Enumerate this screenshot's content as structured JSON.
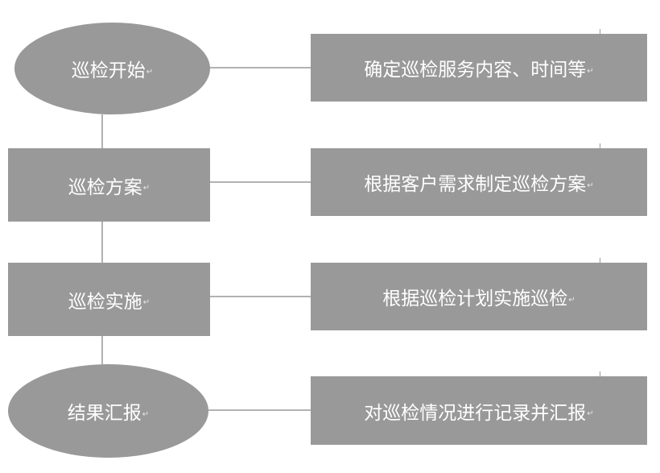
{
  "diagram": {
    "para_mark": "↵",
    "steps": [
      {
        "label": "巡检开始",
        "shape": "ellipse",
        "description": "确定巡检服务内容、时间等"
      },
      {
        "label": "巡检方案",
        "shape": "rect",
        "description": "根据客户需求制定巡检方案"
      },
      {
        "label": "巡检实施",
        "shape": "rect",
        "description": "根据巡检计划实施巡检"
      },
      {
        "label": "结果汇报",
        "shape": "ellipse",
        "description": "对巡检情况进行记录并汇报"
      }
    ]
  }
}
